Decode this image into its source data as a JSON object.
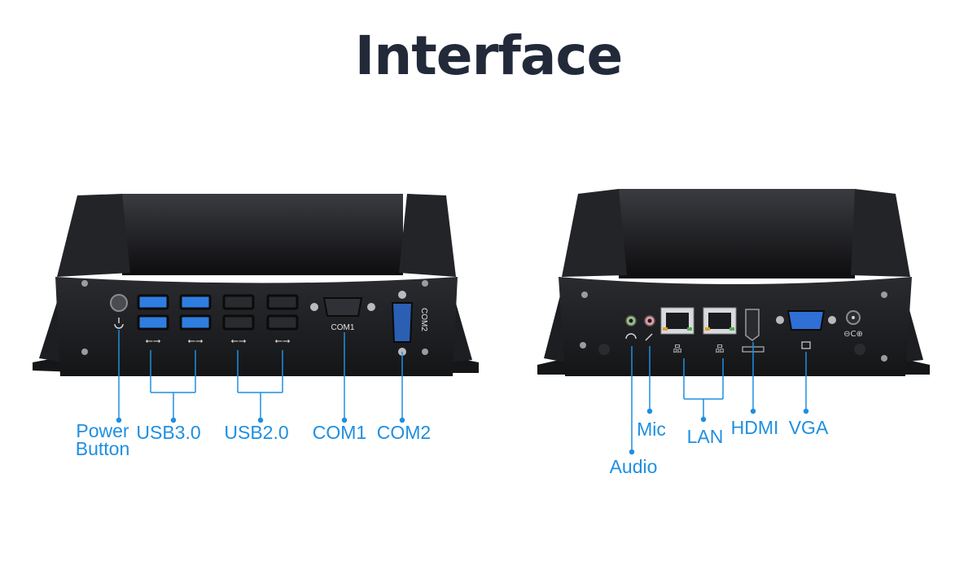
{
  "title": "Interface",
  "front": {
    "port_text": {
      "com1": "COM1",
      "com2": "COM2"
    },
    "callouts": {
      "power_button": [
        "Power",
        "Button"
      ],
      "usb30": "USB3.0",
      "usb20": "USB2.0",
      "com1": "COM1",
      "com2": "COM2"
    }
  },
  "rear": {
    "callouts": {
      "mic": "Mic",
      "audio": "Audio",
      "lan": "LAN",
      "hdmi": "HDMI",
      "vga": "VGA"
    }
  },
  "colors": {
    "title": "#222a3a",
    "callout": "#1f8fe0",
    "chassis": "#1c1d20",
    "usb3": "#2f7de0",
    "com2_port": "#2b5fb4"
  }
}
